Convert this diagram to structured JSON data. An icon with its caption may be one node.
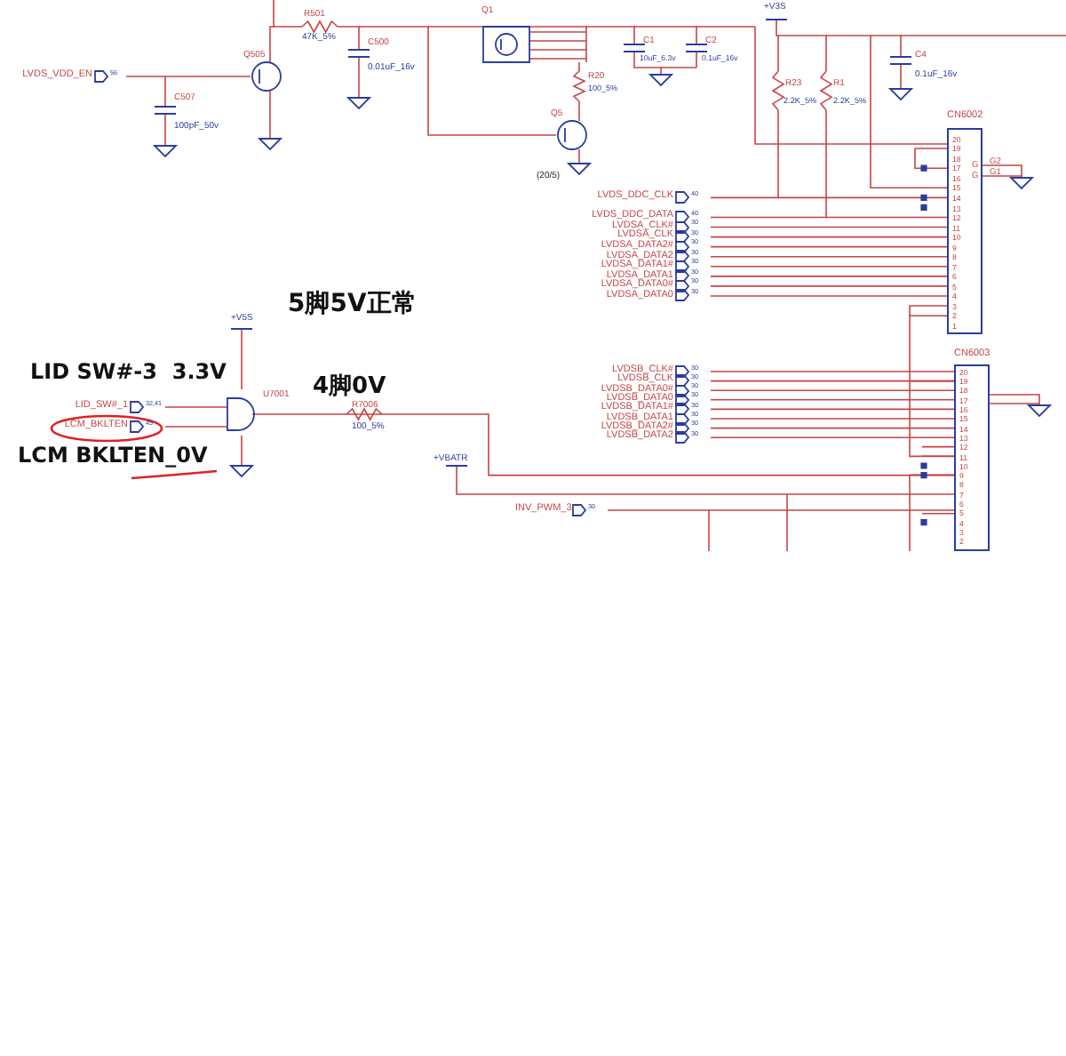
{
  "diagram": {
    "nodes": [
      {
        "text": [
          "LVDS_VDD_EN"
        ],
        "beside": [
          "56"
        ]
      },
      {
        "text": [
          "LVDS_DDC_CLK"
        ],
        "beside": [
          "40"
        ]
      },
      {
        "text": [
          "LVDS_DDC_DATA"
        ],
        "beside": [
          "40"
        ]
      },
      {
        "text": [
          "LVDSA_CLK#"
        ],
        "beside": [
          "30"
        ]
      },
      {
        "text": [
          "LVDSA_CLK"
        ],
        "beside": [
          "30"
        ]
      },
      {
        "text": [
          "LVDSA_DATA2#"
        ],
        "beside": [
          "30"
        ]
      },
      {
        "text": [
          "LVDSA_DATA2"
        ],
        "beside": [
          "30"
        ]
      },
      {
        "text": [
          "LVDSA_DATA1#"
        ],
        "beside": [
          "30"
        ]
      },
      {
        "text": [
          "LVDSA_DATA1"
        ],
        "beside": [
          "30"
        ]
      },
      {
        "text": [
          "LVDSA_DATA0#"
        ],
        "beside": [
          "30"
        ]
      },
      {
        "text": [
          "LVDSA_DATA0"
        ],
        "beside": [
          "30"
        ]
      },
      {
        "text": [
          "CN6002",
          "20",
          "19",
          "18",
          "17",
          "16",
          "15",
          "14",
          "13",
          "12",
          "11",
          "10",
          "9",
          "8",
          "7",
          "6",
          "5",
          "4",
          "3",
          "2",
          "1",
          "G",
          "G"
        ],
        "beside": [
          "G2",
          "G1"
        ]
      },
      {
        "text": [
          "LVDSB_CLK#"
        ],
        "beside": [
          "30"
        ]
      },
      {
        "text": [
          "LVDSB_CLK"
        ],
        "beside": [
          "30"
        ]
      },
      {
        "text": [
          "LVDSB_DATA0#"
        ],
        "beside": [
          "30"
        ]
      },
      {
        "text": [
          "LVDSB_DATA0"
        ],
        "beside": [
          "30"
        ]
      },
      {
        "text": [
          "LVDSB_DATA1#"
        ],
        "beside": [
          "30"
        ]
      },
      {
        "text": [
          "LVDSB_DATA1"
        ],
        "beside": [
          "30"
        ]
      },
      {
        "text": [
          "LVDSB_DATA2#"
        ],
        "beside": [
          "30"
        ]
      },
      {
        "text": [
          "LVDSB_DATA2"
        ],
        "beside": [
          "30"
        ]
      },
      {
        "text": [
          "CN6003",
          "20",
          "19",
          "18",
          "17",
          "16",
          "15",
          "14",
          "13",
          "12",
          "11",
          "10",
          "9",
          "8",
          "7",
          "6",
          "5",
          "4",
          "3",
          "2"
        ]
      },
      {
        "text": [
          "LID_SW#_1"
        ],
        "beside": [
          "32,41"
        ]
      },
      {
        "text": [
          "LCM_BKLTEN"
        ],
        "beside": [
          "45"
        ]
      },
      {
        "text": [
          "U7001"
        ]
      },
      {
        "text": [
          "INV_PWM_3"
        ],
        "beside": [
          "30"
        ]
      }
    ],
    "edges": [
      {
        "from": 1,
        "to": 11,
        "arrow": "none"
      },
      {
        "from": 2,
        "to": 11,
        "arrow": "none"
      },
      {
        "from": 3,
        "to": 11,
        "arrow": "none"
      },
      {
        "from": 4,
        "to": 11,
        "arrow": "none"
      },
      {
        "from": 5,
        "to": 11,
        "arrow": "none"
      },
      {
        "from": 6,
        "to": 11,
        "arrow": "none"
      },
      {
        "from": 7,
        "to": 11,
        "arrow": "none"
      },
      {
        "from": 8,
        "to": 11,
        "arrow": "none"
      },
      {
        "from": 9,
        "to": 11,
        "arrow": "none"
      },
      {
        "from": 10,
        "to": 11,
        "arrow": "none"
      },
      {
        "from": 12,
        "to": 20,
        "arrow": "none"
      },
      {
        "from": 13,
        "to": 20,
        "arrow": "none"
      },
      {
        "from": 14,
        "to": 20,
        "arrow": "none"
      },
      {
        "from": 15,
        "to": 20,
        "arrow": "none"
      },
      {
        "from": 16,
        "to": 20,
        "arrow": "none"
      },
      {
        "from": 17,
        "to": 20,
        "arrow": "none"
      },
      {
        "from": 18,
        "to": 20,
        "arrow": "none"
      },
      {
        "from": 19,
        "to": 20,
        "arrow": "none"
      },
      {
        "from": 21,
        "to": 23,
        "arrow": "none"
      },
      {
        "from": 22,
        "to": 23,
        "arrow": "none"
      },
      {
        "from": 23,
        "to": 20,
        "arrow": "none"
      },
      {
        "from": 24,
        "to": 20,
        "arrow": "none"
      },
      {
        "from": 11,
        "to": 20,
        "arrow": "none"
      }
    ],
    "labels": [
      "R501",
      "47K_5%",
      "C500",
      "0.01uF_16v",
      "Q505",
      "C507",
      "100pF_50v",
      "Q1",
      "C1",
      "10uF_6.3v",
      "C2",
      "0.1uF_16v",
      "R20",
      "100_5%",
      "Q5",
      "(20/5)",
      "+V3S",
      "R23",
      "2.2K_5%",
      "R1",
      "2.2K_5%",
      "C4",
      "0.1uF_16v",
      "+V5S",
      "5脚5V正常",
      "LID SW#-3  3.3V",
      "4脚0V",
      "R7006",
      "100_5%",
      "LCM BKLTEN_0V",
      "+VBATR"
    ]
  }
}
